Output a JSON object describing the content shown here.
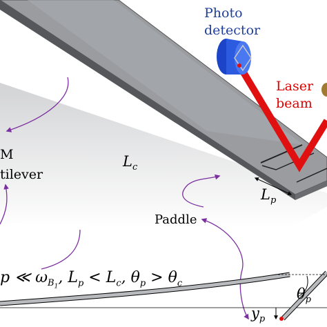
{
  "labels": {
    "photodetector_line1": "Photo",
    "photodetector_line2": "detector",
    "laser_line1": "Laser",
    "laser_line2": "beam",
    "afm_line1": "M",
    "afm_line2": "tilever",
    "cantilever_length": "L",
    "cantilever_length_sub": "c",
    "paddle_length": "L",
    "paddle_length_sub": "p",
    "paddle": "Paddle",
    "condition": "p ≪ ω",
    "condition_sub": "B",
    "condition_subsub": "1",
    "condition_rest": ", L",
    "condition_rest_sub": "p",
    "condition_lt": " < L",
    "condition_lt_sub": "c",
    "condition_theta": ", θ",
    "condition_theta_sub": "p",
    "condition_gt": " > θ",
    "condition_gt_sub": "c",
    "theta": "θ",
    "theta_sub": "p",
    "y": "y",
    "y_sub": "p"
  },
  "colors": {
    "cantilever_top": "#9a9ca0",
    "cantilever_side": "#55575b",
    "laser": "#e01010",
    "detector": "#2d5be0",
    "arrow": "#7b2fa0",
    "label_blue": "#1f3f9a",
    "label_red": "#e00000"
  }
}
